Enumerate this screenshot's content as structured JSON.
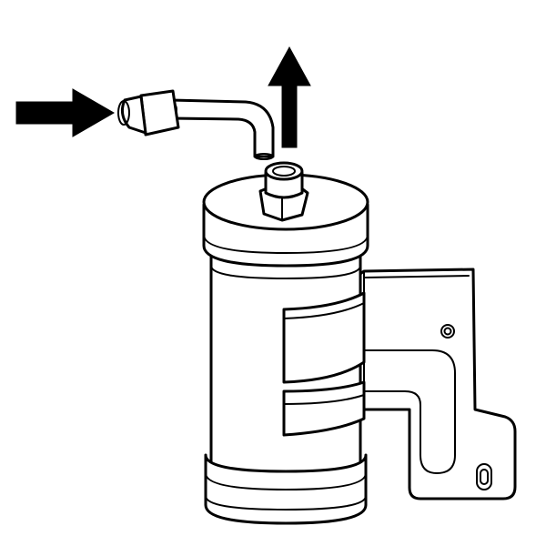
{
  "diagram": {
    "subject": "receiver-drier-assembly",
    "arrows": [
      {
        "name": "inlet-flow-arrow",
        "direction": "right"
      },
      {
        "name": "outlet-flow-arrow",
        "direction": "up"
      }
    ],
    "colors": {
      "line": "#000000",
      "fill": "#ffffff",
      "arrow": "#000000"
    }
  }
}
